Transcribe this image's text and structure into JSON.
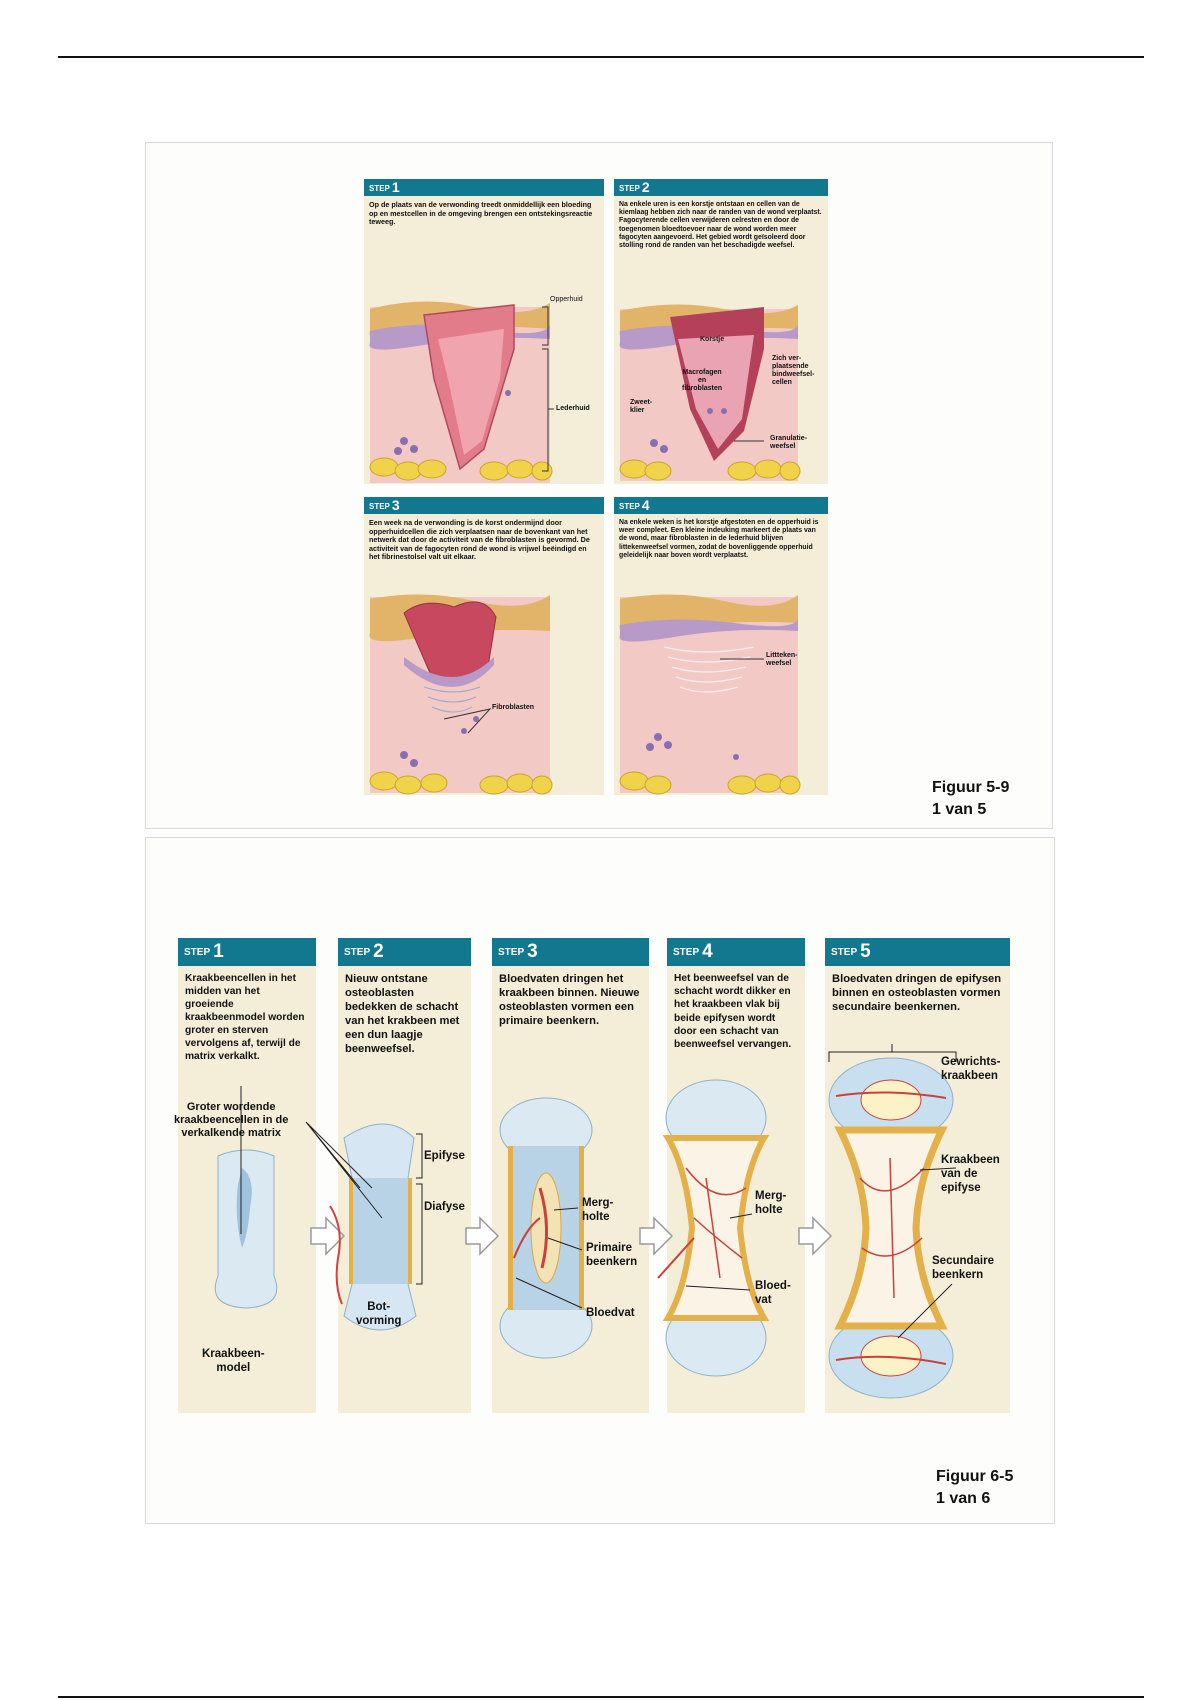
{
  "figure1": {
    "steps": [
      {
        "step_label": "STEP",
        "number": "1",
        "text": "Op de plaats van de verwonding treedt onmiddellijk een bloeding op en mestcellen in de omgeving brengen een ontstekingsreactie teweeg."
      },
      {
        "step_label": "STEP",
        "number": "2",
        "text": "Na enkele uren is een korstje ontstaan en cellen van de kiemlaag hebben zich naar de randen van de wond verplaatst. Fagocyterende cellen verwijderen celresten en door de toegenomen bloedtoevoer naar de wond worden meer fagocyten aangevoerd. Het gebied wordt geïsoleerd door stolling rond de randen van het beschadigde weefsel."
      },
      {
        "step_label": "STEP",
        "number": "3",
        "text": "Een week na de verwonding is de korst ondermijnd door opperhuidcellen die zich verplaatsen naar de bovenkant van het netwerk dat door de activiteit van de fibroblasten is gevormd. De activiteit van de fagocyten rond de wond is vrijwel beëindigd en het fibrinestolsel valt uit elkaar."
      },
      {
        "step_label": "STEP",
        "number": "4",
        "text": "Na enkele weken is het korstje afgestoten en de opperhuid is weer compleet. Een kleine indeuking markeert de plaats van de wond, maar fibroblasten in de lederhuid blijven littekenweefsel vormen, zodat de bovenliggende opperhuid geleidelijk naar boven wordt verplaatst."
      }
    ],
    "labels": {
      "opperhuid": "Opperhuid",
      "lederhuid": "Lederhuid",
      "korstje": "Korstje",
      "macrofagen": "Macrofagen\nen\nfibroblasten",
      "zweetklier": "Zweet-\nklier",
      "bindweefsel": "Zich ver-\nplaatsende\nbindweefsel-\ncellen",
      "granulatie": "Granulatie-\nweefsel",
      "fibroblasten": "Fibroblasten",
      "litteken": "Littteken-\nweefsel"
    },
    "caption": "Figuur 5-9\n1 van 5"
  },
  "figure2": {
    "steps": [
      {
        "step_label": "STEP",
        "number": "1",
        "text": "Kraakbeencellen in het midden van het groeiende kraakbeenmodel worden groter en sterven vervolgens af, terwijl de matrix verkalkt."
      },
      {
        "step_label": "STEP",
        "number": "2",
        "text": "Nieuw ontstane osteoblasten bedekken de schacht van het krakbeen met een dun laagje beenweefsel."
      },
      {
        "step_label": "STEP",
        "number": "3",
        "text": "Bloedvaten dringen het kraakbeen binnen. Nieuwe osteoblasten vormen een primaire beenkern."
      },
      {
        "step_label": "STEP",
        "number": "4",
        "text": "Het beenweefsel van de schacht wordt dikker en het kraakbeen vlak bij beide epifysen wordt door een schacht van beenweefsel vervangen."
      },
      {
        "step_label": "STEP",
        "number": "5",
        "text": "Bloedvaten dringen de epifysen binnen en osteoblasten vormen secundaire beenkernen."
      }
    ],
    "labels": {
      "groter": "Groter wordende\nkraakbeencellen in de\nverkalkende matrix",
      "kraakbeenmodel": "Kraakbeen-\nmodel",
      "epifyse": "Epifyse",
      "diafyse": "Diafyse",
      "botvorming": "Bot-\nvorming",
      "merg1": "Merg-\nholte",
      "primaire": "Primaire\nbeenkern",
      "bloedvat1": "Bloedvat",
      "merg2": "Merg-\nholte",
      "bloedvat2": "Bloed-\nvat",
      "gewricht": "Gewrichts-\nkraakbeen",
      "kraakbeen_epifyse": "Kraakbeen\nvan de\nepifyse",
      "secundaire": "Secundaire\nbeenkern"
    },
    "caption": "Figuur 6-5\n1 van 6"
  }
}
